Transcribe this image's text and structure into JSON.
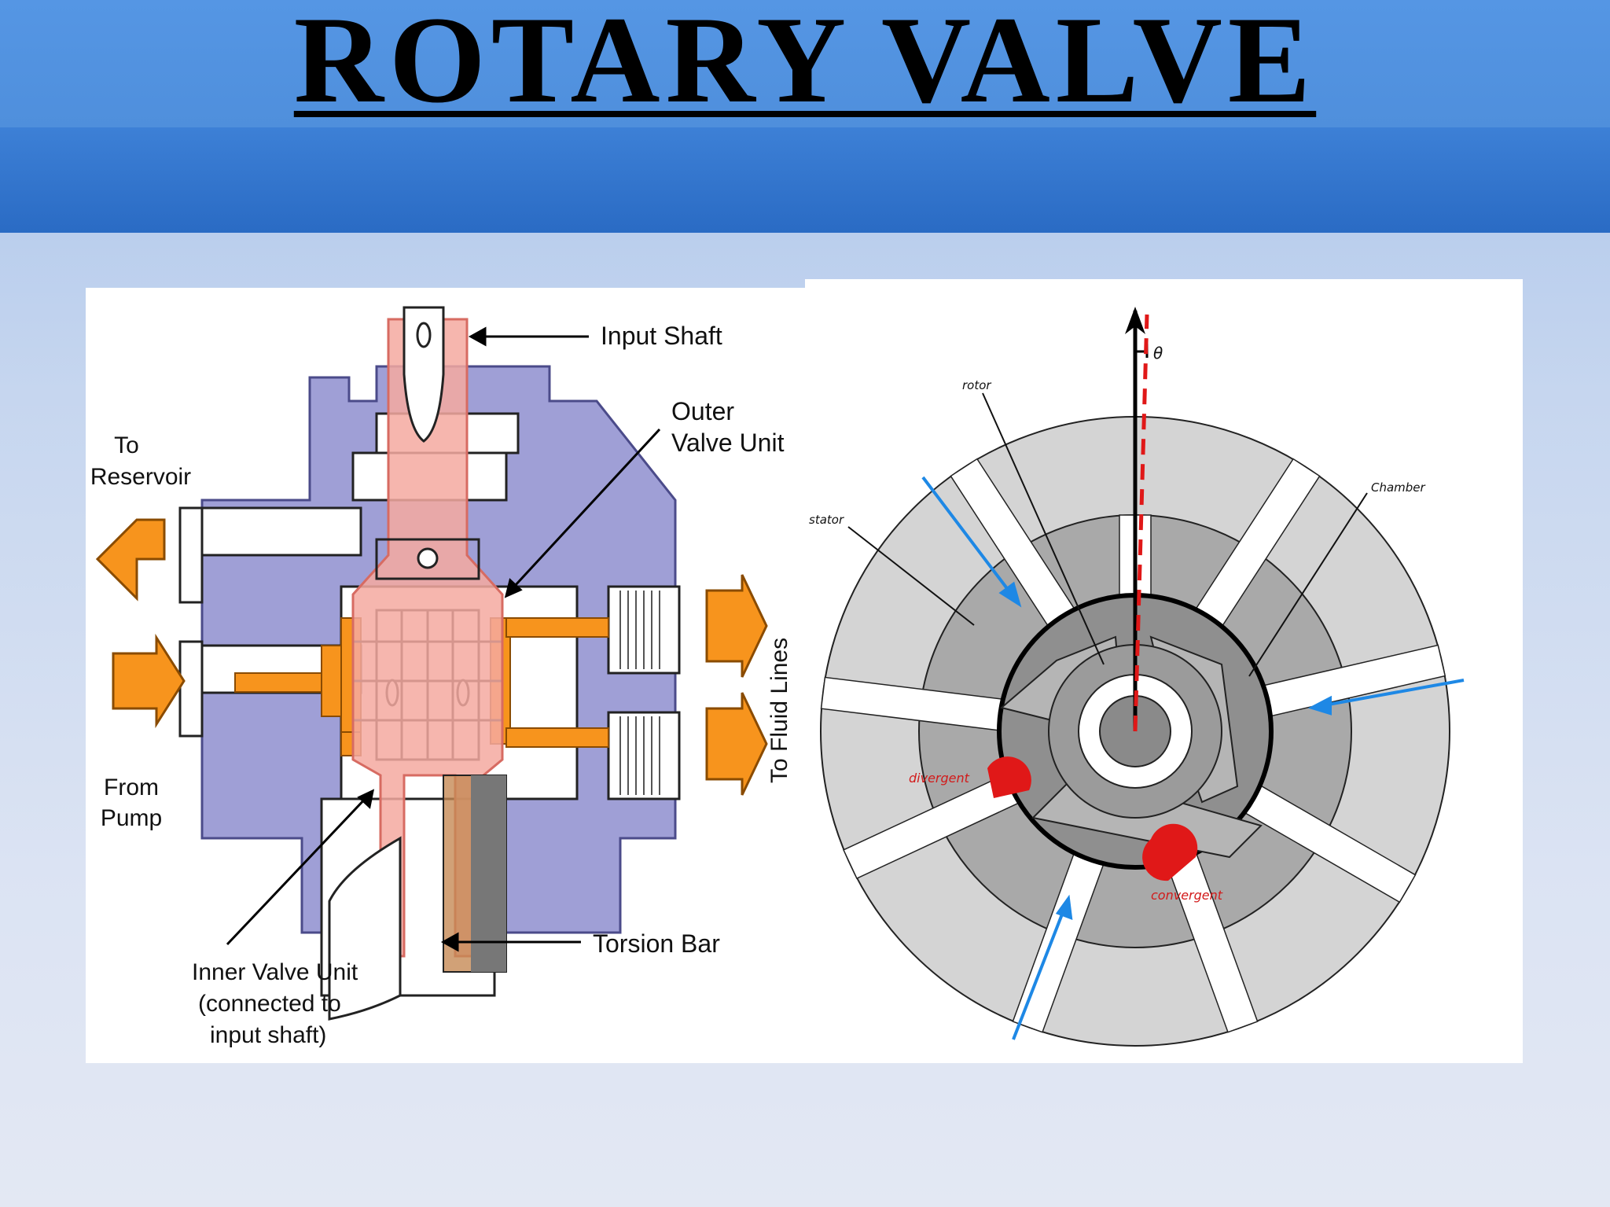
{
  "slide": {
    "title": "ROTARY VALVE"
  },
  "left_diagram": {
    "labels": {
      "input_shaft": "Input Shaft",
      "outer_valve_line1": "Outer",
      "outer_valve_line2": "Valve Unit",
      "to_reservoir_line1": "To",
      "to_reservoir_line2": "Reservoir",
      "from_pump_line1": "From",
      "from_pump_line2": "Pump",
      "to_fluid_lines": "To Fluid Lines",
      "torsion_bar": "Torsion Bar",
      "inner_valve_line1": "Inner Valve Unit",
      "inner_valve_line2": "(connected to",
      "inner_valve_line3": "input shaft)"
    },
    "colors": {
      "housing": "#9f9fd6",
      "shaft": "#f4a9a0",
      "fluid": "#f7941d"
    }
  },
  "right_diagram": {
    "labels": {
      "theta": "θ",
      "rotor": "rotor",
      "stator": "stator",
      "chamber": "Chamber",
      "divergent": "divergent",
      "convergent": "convergent"
    },
    "colors": {
      "flow_arrow": "#1e88e5",
      "marker": "#e01818"
    }
  }
}
